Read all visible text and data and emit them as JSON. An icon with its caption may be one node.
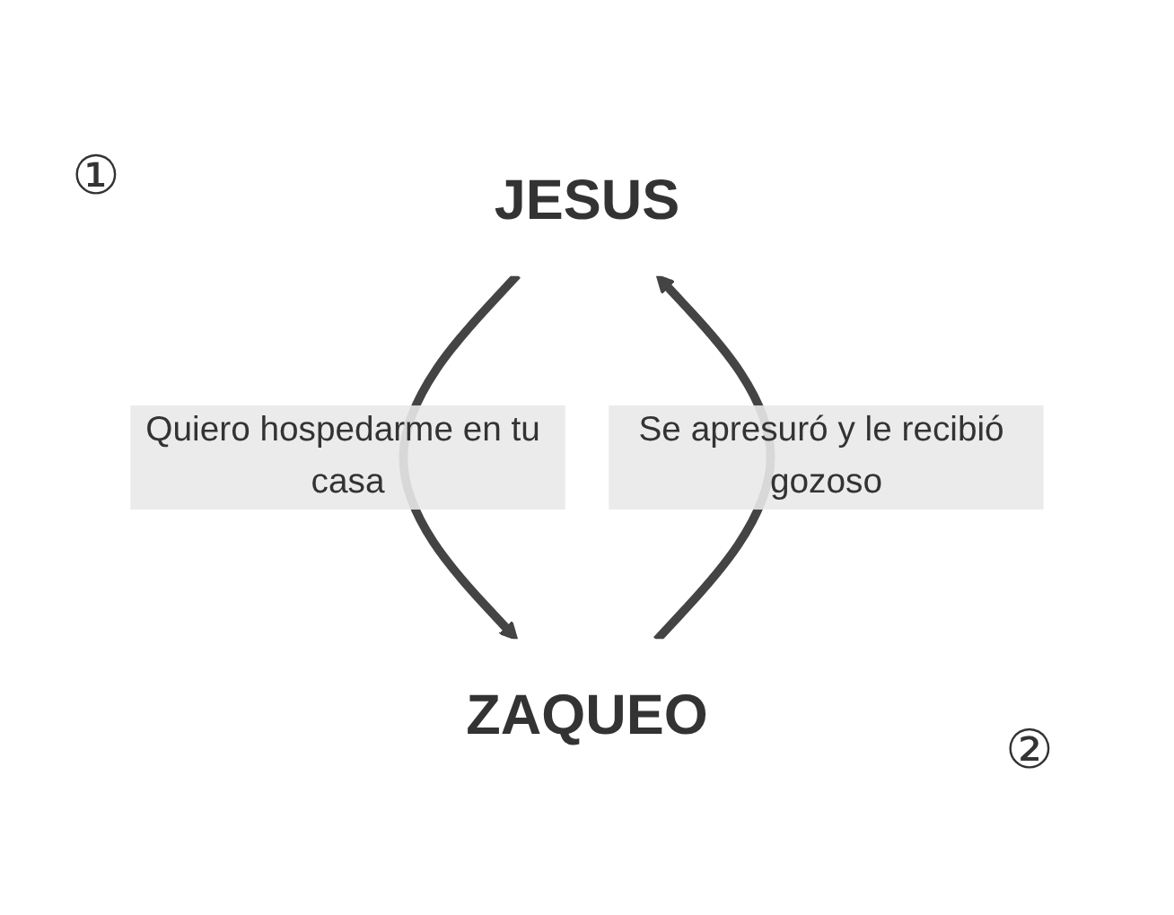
{
  "diagram": {
    "nodes": [
      {
        "text": [
          "JESUS"
        ]
      },
      {
        "text": [
          "ZAQUEO"
        ]
      }
    ],
    "edges": [
      {
        "from": 0,
        "to": 1,
        "arrow": "to",
        "label": "Quiero hospedarme en tu casa"
      },
      {
        "from": 1,
        "to": 0,
        "arrow": "to",
        "label": "Se apresuró y le recibió gozoso"
      }
    ],
    "labels": [
      "①",
      "②"
    ]
  }
}
